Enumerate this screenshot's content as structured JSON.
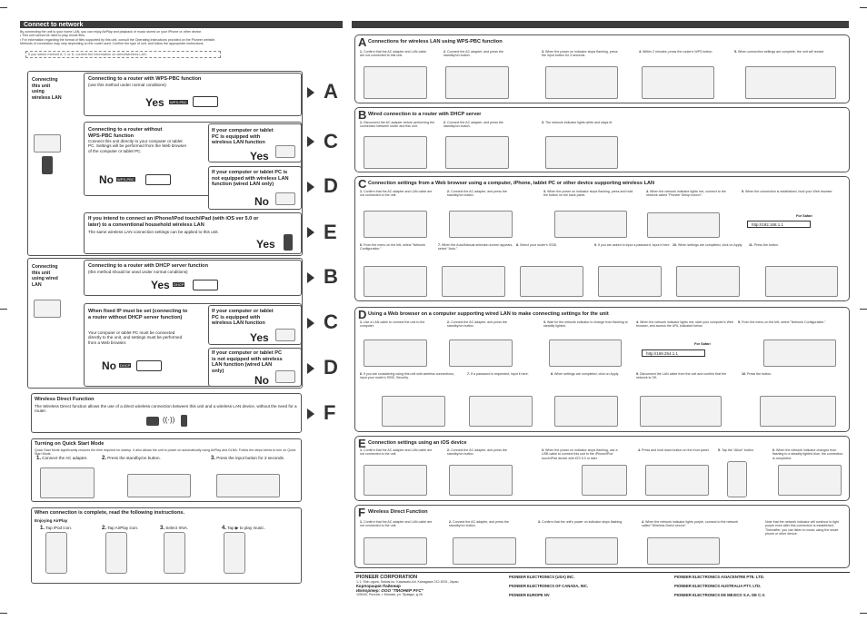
{
  "header": {
    "title": "Connect to network"
  },
  "intro": {
    "line1": "By connecting the unit to your home LAN, you can enjoy AirPlay and playback of music stored on your iPhone or other device.",
    "bullet1": "This unit cannot be used to play movie files.",
    "bullet2": "For information regarding the format of files supported by this unit, consult the Operating Instructions provided on the Pioneer website.",
    "line2": "Methods of connection may vary depending on the router used. Confirm the type of unit, and follow the appropriate instructions.",
    "note": "If you select method A, C or D, confirm the information on wired/wireless LAN."
  },
  "left_sections": {
    "wireless": "Connecting this unit using wireless LAN",
    "wired": "Connecting this unit using wired LAN"
  },
  "flow": {
    "wps_title": "Connecting to a router with WPS-PBC function",
    "wps_sub": "(use this method under normal conditions)",
    "wps_tag": "WPS-PBC",
    "nowps_title": "Connecting to a router without WPS-PBC function",
    "nowps_body": "Connect this unit directly to your computer or tablet PC. Settings will be performed from the Web browser of the computer or tablet PC.",
    "pc_wifi_q": "If your computer or tablet PC is equipped with wireless LAN function",
    "pc_nowifi_q": "If your computer or tablet PC is not equipped with wireless LAN function (wired LAN only)",
    "ios_q": "If you intend to connect an iPhone/iPod touch/iPad (with iOS ver 5.0 or later) to a conventional household wireless LAN",
    "ios_sub": "The same wireless LAN connection settings can be applied to this unit.",
    "dhcp_title": "Connecting to a router with DHCP server function",
    "dhcp_sub": "(this method should be used under normal conditions)",
    "dhcp_tag": "DHCP",
    "fixedip_title": "When fixed IP must be set (connecting to a router without DHCP server function)",
    "fixedip_body": "Your computer or tablet PC must be connected directly to the unit, and settings must be performed from a Web browser.",
    "pc_wifi_q2": "If your computer or tablet PC is equipped with wireless LAN function",
    "pc_nowifi_q2": "If your computer or tablet PC is not equipped with wireless LAN function (wired LAN only)",
    "yes": "Yes",
    "no": "No",
    "letters": [
      "A",
      "C",
      "D",
      "E",
      "B",
      "C",
      "D",
      "F"
    ]
  },
  "wireless_direct": {
    "title": "Wireless Direct Function",
    "body": "The Wireless Direct function allows the use of a direct wireless connection between this unit and a wireless LAN device, without the need for a router."
  },
  "quickstart": {
    "title": "Turning on Quick Start Mode",
    "body": "Quick Start Mode significantly reduces the time required for startup. It also allows the unit to power on automatically using AirPlay and DLNA. Follow the steps below to turn on Quick Start Mode.",
    "s1": "Connect the AC adapter.",
    "s2": "Press the standby/on button.",
    "s3": "Press the input button for 3 seconds."
  },
  "airplay": {
    "title": "When connection is complete, read the following instructions.",
    "sub": "Enjoying AirPlay",
    "s1": "Tap iPod icon.",
    "s2": "Tap AirPlay icon.",
    "s3": "Select XNA.",
    "s4": "Tap ▶ to play music."
  },
  "sections": {
    "A": "Connections for wireless LAN using WPS-PBC function",
    "B": "Wired connection to a router with DHCP server",
    "C": "Connection settings from a Web browser using a computer, iPhone, tablet PC or other device supporting wireless LAN",
    "D": "Using a Web browser on a computer supporting wired LAN to make connecting settings for the unit",
    "E": "Connection settings using an iOS device",
    "F": "Wireless Direct Function"
  },
  "stepsA": [
    "Confirm that the AC adapter and LAN cable are not connected to this unit.",
    "Connect the AC adapter, and press the standby/on button.",
    "When the power on indicator stops flashing, press the input button for 3 seconds.",
    "Within 2 minutes, press the router's WPS button.",
    "When connection settings are complete, the unit will restart."
  ],
  "stepsB": [
    "Disconnect the AC adapter before performing the connection between router and this unit.",
    "Connect the AC adapter, and press the standby/on button.",
    "The network indicator lights white and stays lit."
  ],
  "stepsC": [
    "Confirm that the AC adapter and LAN cable are not connected to the unit.",
    "Connect the AC adapter, and press the standby/on button.",
    "When the power on indicator stops flashing, press and hold the button on the back panel.",
    "When the network indicator lights red, connect to the network called \"Pioneer Setup:xxxxxx\".",
    "When the connection is established, boot your Web browser.",
    "From the menu on the left, select \"Network Configuration.\"",
    "When the Auto/Manual selection screen appears, select \"Auto.\"",
    "Select your router's SSID.",
    "If you are asked to input a password, input it here.",
    "When settings are completed, click on Apply.",
    "Press the button."
  ],
  "stepsD": [
    "Use a LAN cable to connect the unit to the computer.",
    "Connect the AC adapter, and press the standby/on button.",
    "Wait for the network indicator to change from flashing to steadily lighted.",
    "When the network indicator lights red, start your computer's Web browser, and access the URL indicated below.",
    "From the menu on the left, select \"Network Configuration.\"",
    "If you are considering using this unit with wireless connections, input your router's SSID, Security.",
    "If a password is requested, input it here.",
    "When settings are completed, click on Apply.",
    "Disconnect the LAN cable from the unit and confirm that the network is OK.",
    "Press the button."
  ],
  "stepsE": [
    "Confirm that the AC adapter and LAN cable are not connected to the unit.",
    "Connect the AC adapter, and press the standby/on button.",
    "When the power on indicator stops flashing, use a USB cable to connect this unit to the iPhone/iPod touch/iPad device with iOS 5.0 or later.",
    "Press and hold down button on the front panel.",
    "Tap the \"Allow\" button.",
    "When the network indicator changes from flashing to a steadily lighted blue, the connection is completed."
  ],
  "stepsF": [
    "Confirm that the AC adapter and LAN cable are not connected to the unit.",
    "Connect the AC adapter, and press the standby/on button.",
    "Confirm that the unit's power on indicator stops flashing.",
    "When the network indicator lights purple, connect to the network called \"Wireless Direct xxxxxx\"."
  ],
  "f_note": "Note that the network indicator will continue to light purple even after this connection is established. Thereafter, you can listen to music using the smart phone or other device.",
  "url": "http://192.168.1.1",
  "url2": "http://169.254.1.1",
  "for_safari": "For Safari",
  "footer": {
    "corp": "PIONEER CORPORATION",
    "corp_addr": "1-1, Shin-ogura, Saiwai-ku, Kawasaki-shi, Kanagawa 212-0031, Japan",
    "corp_jp": "Корпорация Пайонир",
    "russ": "Импортер: ООО \"ПИОНЕР РУС\"",
    "russ_addr": "125040, Россия, г. Москва, ул. Правды, д.26",
    "col2_1": "PIONEER ELECTRONICS (USA) INC.",
    "col2_2": "PIONEER ELECTRONICS OF CANADA, INC.",
    "col2_3": "PIONEER EUROPE NV",
    "col3_1": "PIONEER ELECTRONICS ASIACENTRE PTE. LTD.",
    "col3_2": "PIONEER ELECTRONICS AUSTRALIA PTY. LTD.",
    "col3_3": "PIONEER ELECTRONICS DE MEXICO S.A. DE C.V."
  }
}
